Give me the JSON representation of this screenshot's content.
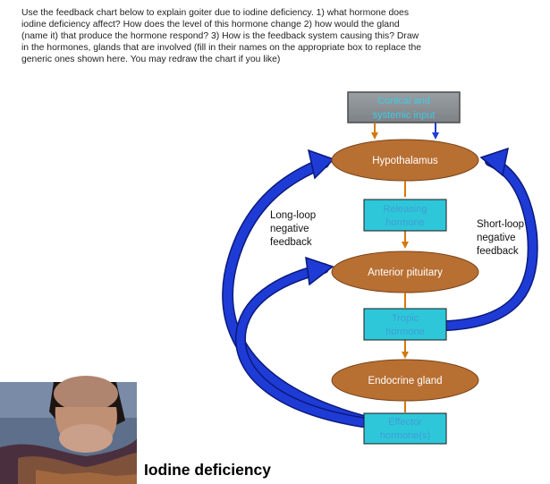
{
  "instructions": [
    "Use the feedback chart below to explain goiter due to iodine deficiency.  1) what hormone does",
    "iodine deficiency affect? How does the level of this hormone change  2) how would the gland",
    "(name it) that produce the hormone respond? 3) How is the feedback system causing this?  Draw",
    "in the hormones, glands that are involved (fill in their names on the appropriate box to replace the",
    "generic ones shown here.  You may redraw the chart if you like)"
  ],
  "diagram": {
    "input_box": [
      "Cortical and",
      "systemic input"
    ],
    "hypothalamus": "Hypothalamus",
    "releasing_hormone": [
      "Releasing",
      "hormone"
    ],
    "anterior_pituitary": "Anterior pituitary",
    "tropic_hormone": [
      "Tropic",
      "hormone"
    ],
    "endocrine_gland": "Endocrine gland",
    "effector_hormone": [
      "Effector",
      "hormone(s)"
    ],
    "long_loop": [
      "Long-loop",
      "negative",
      "feedback"
    ],
    "short_loop": [
      "Short-loop",
      "negative",
      "feedback"
    ]
  },
  "caption": "Iodine deficiency",
  "colors": {
    "oval_fill": "#b86f32",
    "box_fill": "#2ec7d9",
    "box_text": "#3f9ed6",
    "input_fill": "#8a8f93",
    "arrow_blue": "#1f3bd6",
    "arrow_orange": "#d4780f"
  }
}
